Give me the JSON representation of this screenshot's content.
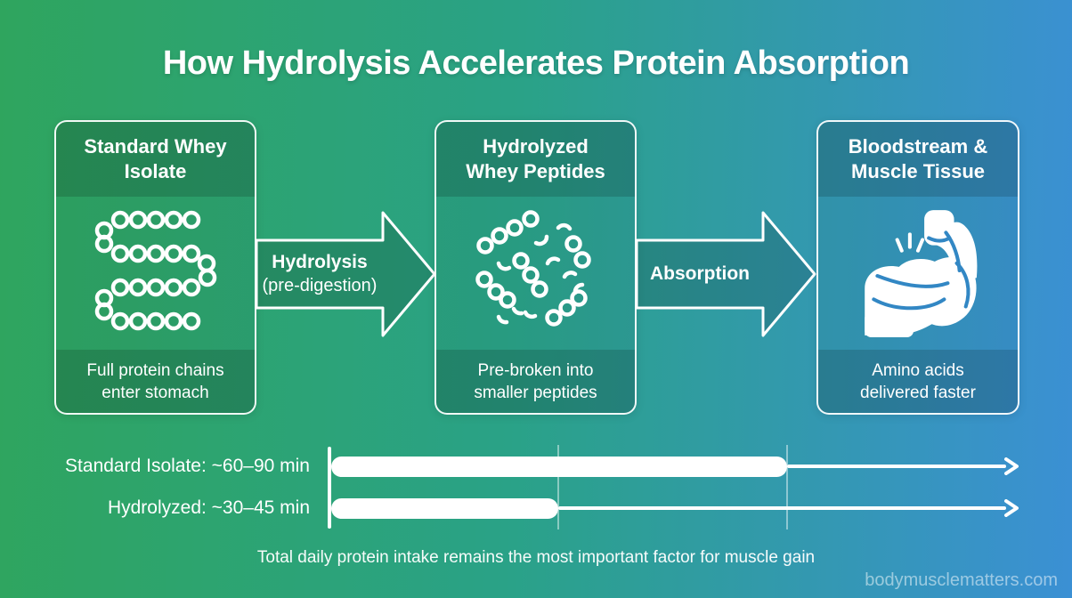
{
  "title": "How Hydrolysis Accelerates Protein Absorption",
  "flow": {
    "boxes": [
      {
        "title_lines": [
          "Standard Whey",
          "Isolate"
        ],
        "caption_lines": [
          "Full protein chains",
          "enter stomach"
        ],
        "icon": "protein-chain-icon"
      },
      {
        "title_lines": [
          "Hydrolyzed",
          "Whey Peptides"
        ],
        "caption_lines": [
          "Pre-broken into",
          "smaller peptides"
        ],
        "icon": "peptides-icon"
      },
      {
        "title_lines": [
          "Bloodstream &",
          "Muscle Tissue"
        ],
        "caption_lines": [
          "Amino acids",
          "delivered faster"
        ],
        "icon": "muscle-arm-icon"
      }
    ],
    "arrows": [
      {
        "lines": [
          "Hydrolysis",
          "(pre-digestion)"
        ]
      },
      {
        "lines": [
          "Absorption",
          ""
        ]
      }
    ]
  },
  "chart_data": {
    "type": "bar",
    "orientation": "horizontal",
    "title": "Absorption time comparison",
    "rows": [
      {
        "label": "Standard Isolate: ~60–90 min",
        "value_min": 90
      },
      {
        "label": "Hydrolyzed: ~30–45 min",
        "value_min": 45
      }
    ],
    "axis": {
      "min": 0,
      "unit": "min",
      "gridlines_min": [
        45,
        90
      ],
      "open_ended_arrows": true
    }
  },
  "footer_note": "Total daily protein intake remains the most important factor for muscle gain",
  "watermark": "bodymusclematters.com",
  "colors": {
    "gradient_left": "#2fa55e",
    "gradient_mid": "#2aa287",
    "gradient_right": "#3b90d4",
    "panel_overlay": "rgba(0,0,0,0.15)",
    "text": "#ffffff"
  }
}
